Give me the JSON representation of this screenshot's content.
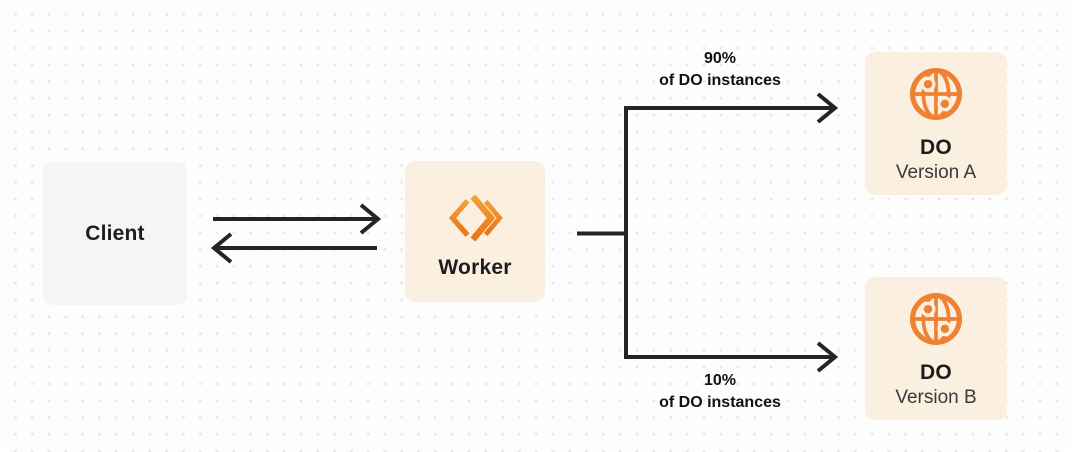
{
  "nodes": {
    "client": {
      "label": "Client"
    },
    "worker": {
      "label": "Worker",
      "icon": "workers-logo"
    },
    "do_version_a": {
      "title": "DO",
      "subtitle": "Version A",
      "icon": "globe"
    },
    "do_version_b": {
      "title": "DO",
      "subtitle": "Version B",
      "icon": "globe"
    }
  },
  "edge_labels": {
    "split_top": {
      "percent": "90%",
      "caption": "of DO instances"
    },
    "split_bottom": {
      "percent": "10%",
      "caption": "of DO instances"
    }
  },
  "colors": {
    "accent_orange": "#ee8133",
    "accent_orange_light": "#f6a03c",
    "cream_node_bg": "#fbf0e0",
    "gray_node_bg": "#f5f5f6",
    "line_color": "#242424",
    "text_dark": "#1d1d1f",
    "dot_grid": "#e8e8e8"
  }
}
